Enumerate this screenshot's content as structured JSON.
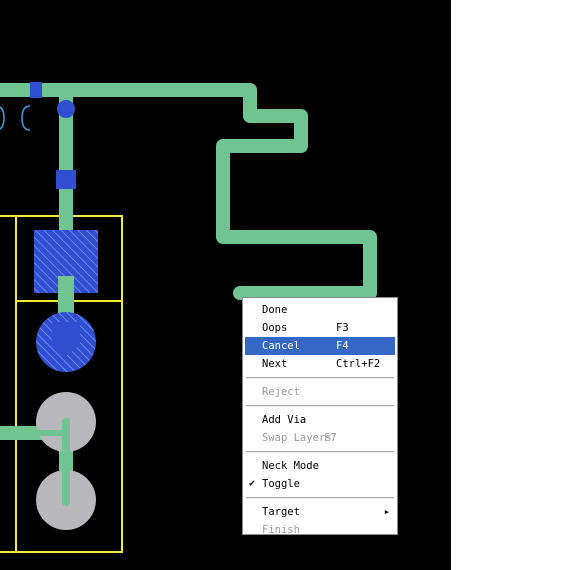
{
  "colors": {
    "canvas_bg": "#000000",
    "trace": "#6fc491",
    "copper_blue": "#2f4fd0",
    "pad_grey": "#b8b8bc",
    "outline_yellow": "#f0ec30",
    "highlight": "#3567c6"
  },
  "menu": {
    "items": [
      {
        "label": "Done",
        "shortcut": ""
      },
      {
        "label": "Oops",
        "shortcut": "F3"
      },
      {
        "label": "Cancel",
        "shortcut": "F4"
      },
      {
        "label": "Next",
        "shortcut": "Ctrl+F2"
      },
      {
        "label": "Reject",
        "shortcut": ""
      },
      {
        "label": "Add Via",
        "shortcut": ""
      },
      {
        "label": "Swap Layers",
        "shortcut": "F7"
      },
      {
        "label": "Neck Mode",
        "shortcut": ""
      },
      {
        "label": "Toggle",
        "shortcut": ""
      },
      {
        "label": "Target",
        "shortcut": ""
      },
      {
        "label": "Finish",
        "shortcut": ""
      }
    ],
    "highlighted_item": "Cancel",
    "checked_item": "Toggle",
    "disabled_items": [
      "Reject",
      "Swap Layers",
      "Finish"
    ],
    "submenu_item": "Target",
    "check_glyph": "✔",
    "submenu_glyph": "▶"
  }
}
